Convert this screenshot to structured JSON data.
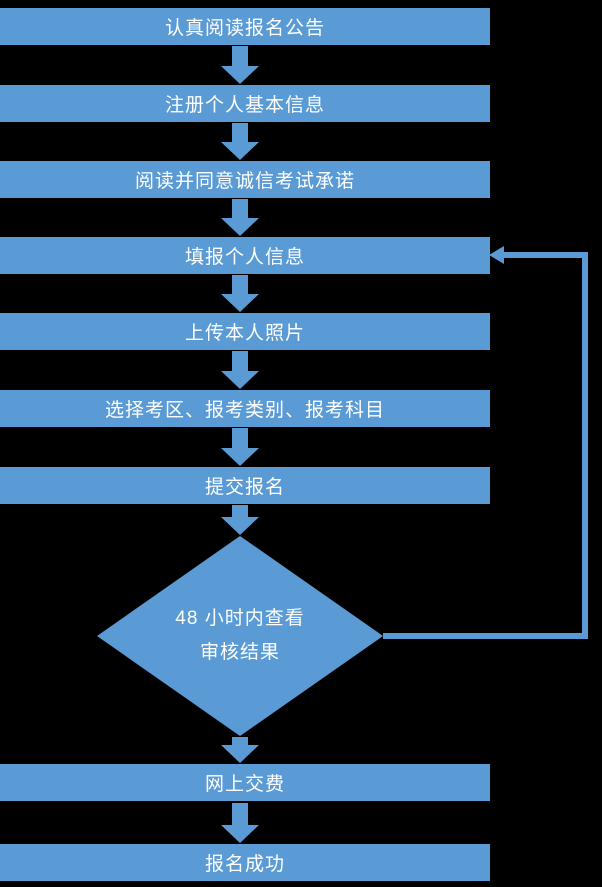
{
  "colors": {
    "shape_fill": "#5b9bd5",
    "text": "#ffffff",
    "background": "#000000"
  },
  "flowchart": {
    "steps": [
      {
        "id": "read-announcement",
        "label": "认真阅读报名公告"
      },
      {
        "id": "register-basic-info",
        "label": "注册个人基本信息"
      },
      {
        "id": "agree-integrity-pledge",
        "label": "阅读并同意诚信考试承诺"
      },
      {
        "id": "fill-personal-info",
        "label": "填报个人信息"
      },
      {
        "id": "upload-photo",
        "label": "上传本人照片"
      },
      {
        "id": "select-exam-area-category-subject",
        "label": "选择考区、报考类别、报考科目"
      },
      {
        "id": "submit-registration",
        "label": "提交报名"
      }
    ],
    "decision": {
      "line1": "48 小时内查看",
      "line2": "审核结果"
    },
    "post_steps": [
      {
        "id": "pay-online",
        "label": "网上交费"
      },
      {
        "id": "registration-success",
        "label": "报名成功"
      }
    ]
  }
}
